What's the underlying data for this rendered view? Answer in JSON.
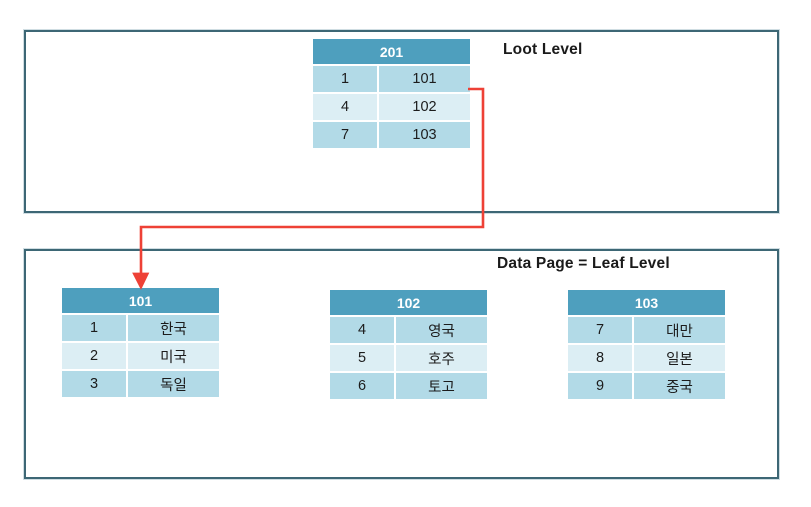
{
  "diagram": {
    "title_root": "Loot Level",
    "title_leaf": "Data Page = Leaf Level",
    "accent_color": "#4E9FBE",
    "row_color_odd": "#B2DAE7",
    "row_color_even": "#DCEEF4",
    "border_color": "#3D6775",
    "arrow_color": "#EE4136"
  },
  "root_level": {
    "table": {
      "header": "201",
      "rows": [
        {
          "key": "1",
          "pointer": "101"
        },
        {
          "key": "4",
          "pointer": "102"
        },
        {
          "key": "7",
          "pointer": "103"
        }
      ]
    }
  },
  "leaf_level": {
    "tables": [
      {
        "header": "101",
        "rows": [
          {
            "key": "1",
            "value": "한국"
          },
          {
            "key": "2",
            "value": "미국"
          },
          {
            "key": "3",
            "value": "독일"
          }
        ]
      },
      {
        "header": "102",
        "rows": [
          {
            "key": "4",
            "value": "영국"
          },
          {
            "key": "5",
            "value": "호주"
          },
          {
            "key": "6",
            "value": "토고"
          }
        ]
      },
      {
        "header": "103",
        "rows": [
          {
            "key": "7",
            "value": "대만"
          },
          {
            "key": "8",
            "value": "일본"
          },
          {
            "key": "9",
            "value": "중국"
          }
        ]
      }
    ]
  },
  "connector": {
    "label": "pointer-from-201-row-101-to-page-101"
  }
}
